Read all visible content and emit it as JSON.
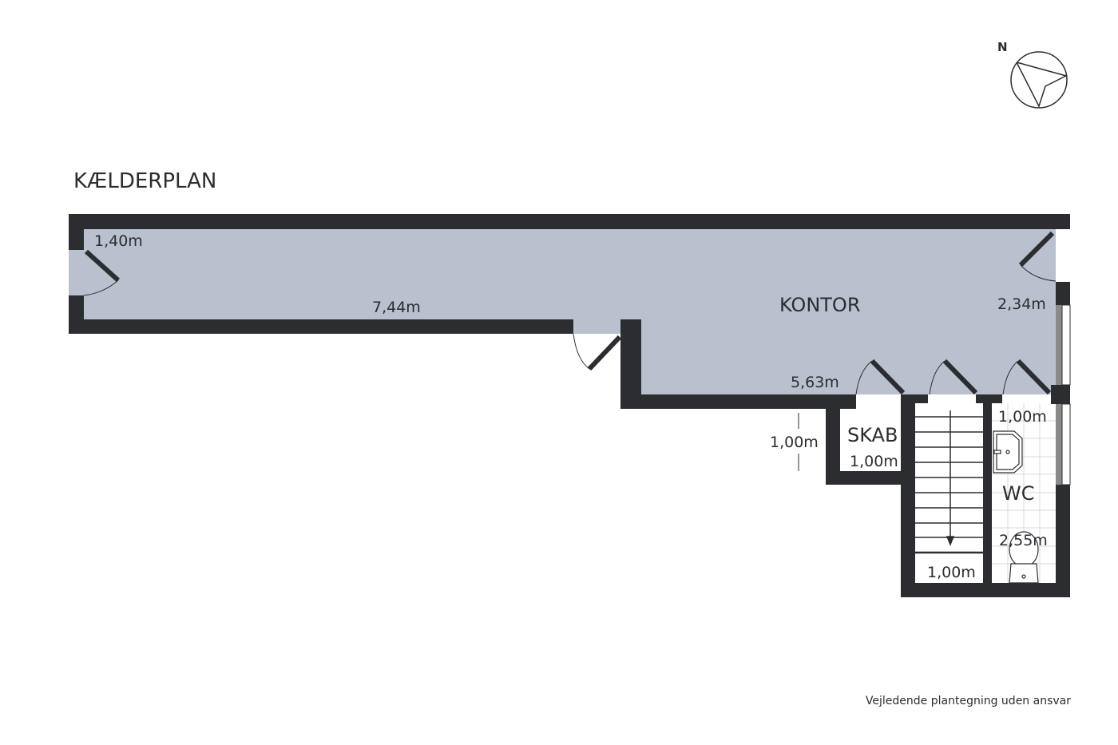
{
  "title": "KÆLDERPLAN",
  "compass": {
    "label": "N"
  },
  "rooms": {
    "kontor": {
      "name": "KONTOR"
    },
    "skab": {
      "name": "SKAB",
      "dimension": "1,00m"
    },
    "wc": {
      "name": "WC",
      "dimension_top": "1,00m",
      "dimension_bottom": "2,55m"
    },
    "stairs": {
      "dimension": "1,00m"
    }
  },
  "dimensions": {
    "left_width": "1,40m",
    "corridor_length": "7,44m",
    "right_width": "2,34m",
    "kontor_length": "5,63m",
    "side_measure": "1,00m"
  },
  "colors": {
    "wall": "#2b2d31",
    "floor": "#bac1ce",
    "window": "#8a8a8a"
  },
  "footer": "Vejledende plantegning uden ansvar"
}
